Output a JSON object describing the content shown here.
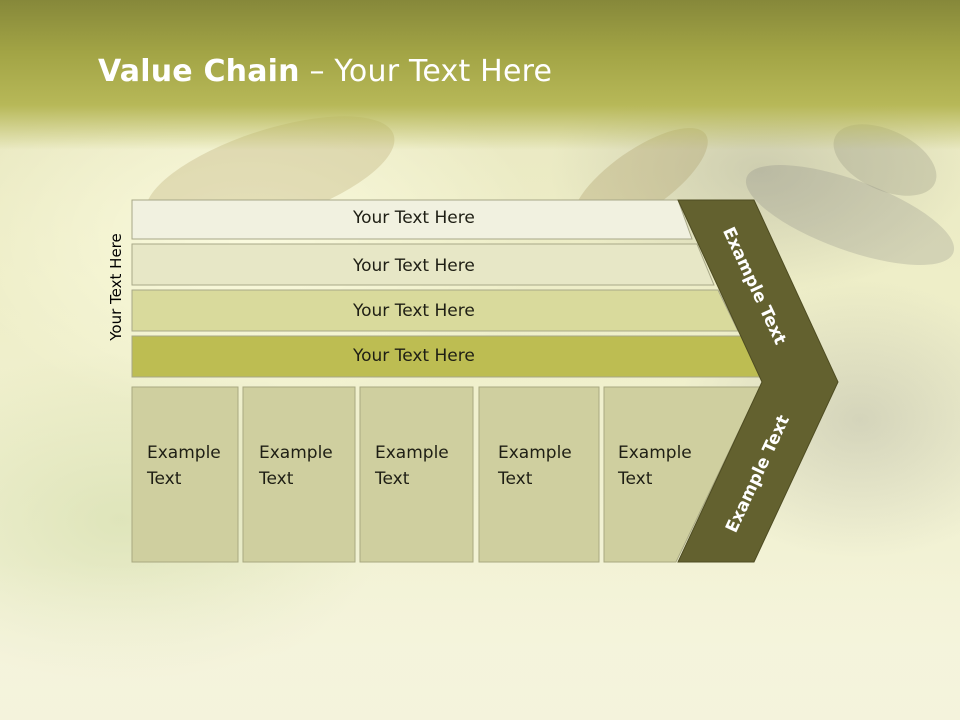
{
  "slide": {
    "title_bold": "Value Chain",
    "title_rest": " – Your Text Here",
    "side_label": "Your Text Here"
  },
  "bars": [
    {
      "label": "Your Text Here",
      "fill": "#f1f1e0"
    },
    {
      "label": "Your Text Here",
      "fill": "#e7e7c6"
    },
    {
      "label": "Your Text Here",
      "fill": "#d9da9c"
    },
    {
      "label": "Your Text Here",
      "fill": "#bdbd52"
    }
  ],
  "cells": [
    {
      "line1": "Example",
      "line2": "Text"
    },
    {
      "line1": "Example",
      "line2": "Text"
    },
    {
      "line1": "Example",
      "line2": "Text"
    },
    {
      "line1": "Example",
      "line2": "Text"
    },
    {
      "line1": "Example",
      "line2": "Text"
    }
  ],
  "chevron": {
    "upper_label": "Example Text",
    "lower_label": "Example Text",
    "fill": "#63612f"
  },
  "colors": {
    "cell_fill": "#cfcf9f",
    "cell_stroke": "#a8a880"
  }
}
